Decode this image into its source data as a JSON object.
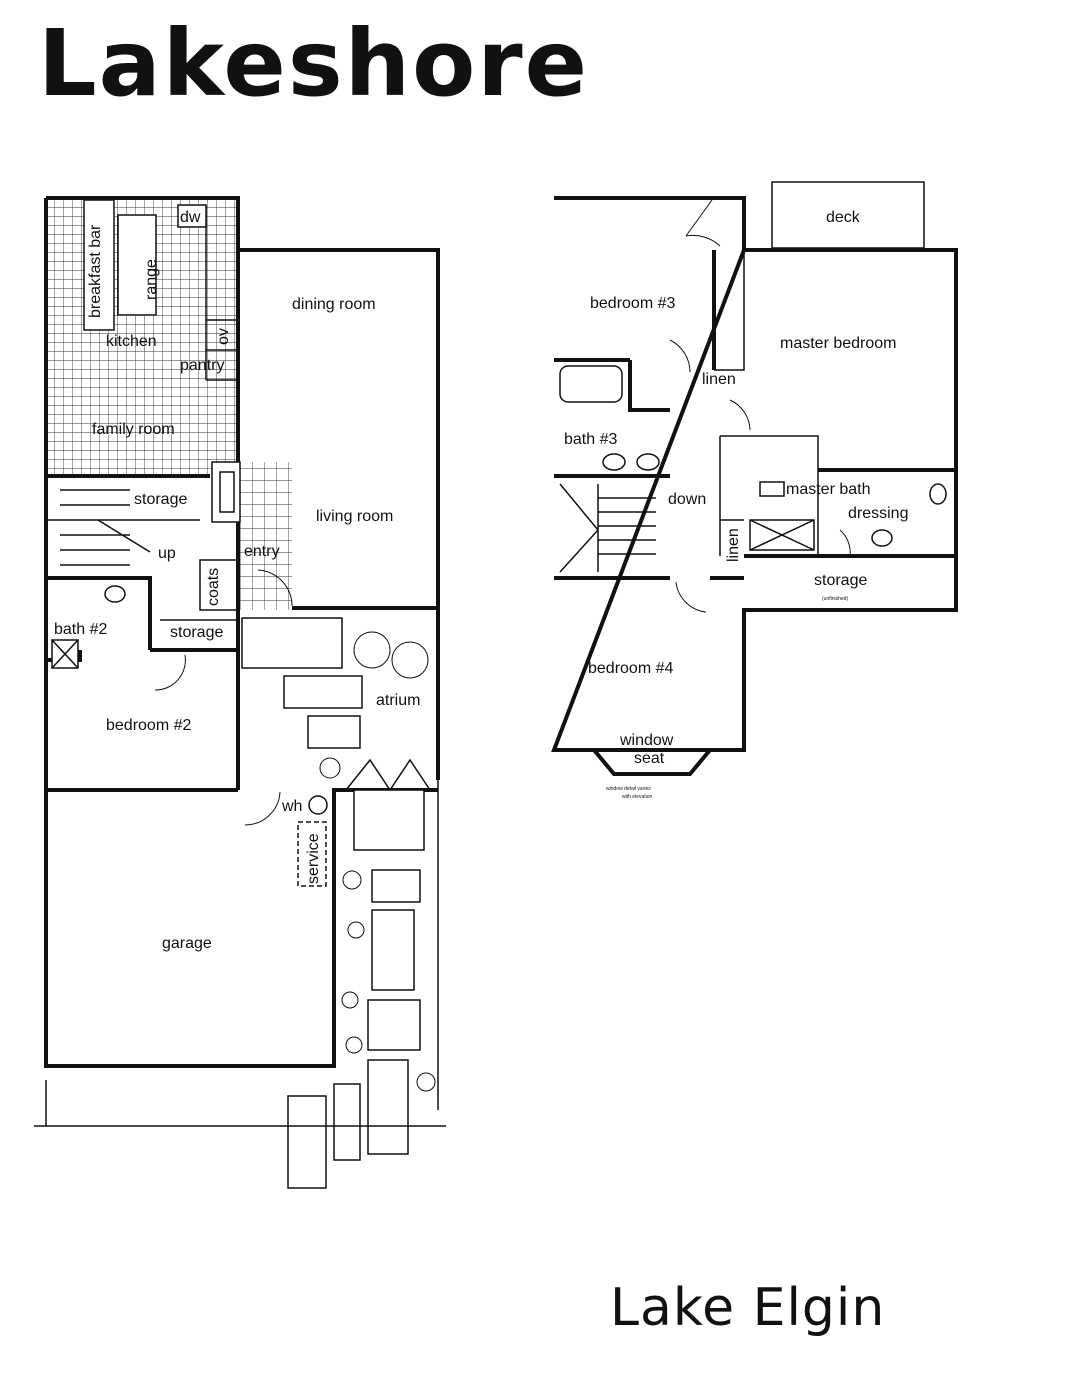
{
  "title": "Lakeshore",
  "brand": "Lake Elgin",
  "rooms": {
    "breakfast_bar": "breakfast bar",
    "dw": "dw",
    "range": "range",
    "ov": "ov",
    "kitchen": "kitchen",
    "pantry": "pantry",
    "family_room": "family room",
    "dining_room": "dining room",
    "living_room": "living room",
    "storage_1": "storage",
    "up": "up",
    "entry": "entry",
    "coats": "coats",
    "bath_2": "bath #2",
    "storage_2": "storage",
    "atrium": "atrium",
    "bedroom_2": "bedroom #2",
    "wh": "wh",
    "service": "service",
    "garage": "garage",
    "deck": "deck",
    "bedroom_3": "bedroom #3",
    "master_bedroom": "master bedroom",
    "linen_1": "linen",
    "bath_3": "bath #3",
    "down": "down",
    "master_bath": "master bath",
    "dressing": "dressing",
    "linen_2": "linen",
    "storage_3": "storage",
    "unfinished": "(unfinished)",
    "bedroom_4": "bedroom #4",
    "window": "window",
    "seat": "seat",
    "window_note_1": "window detail varies",
    "window_note_2": "with elevation"
  }
}
